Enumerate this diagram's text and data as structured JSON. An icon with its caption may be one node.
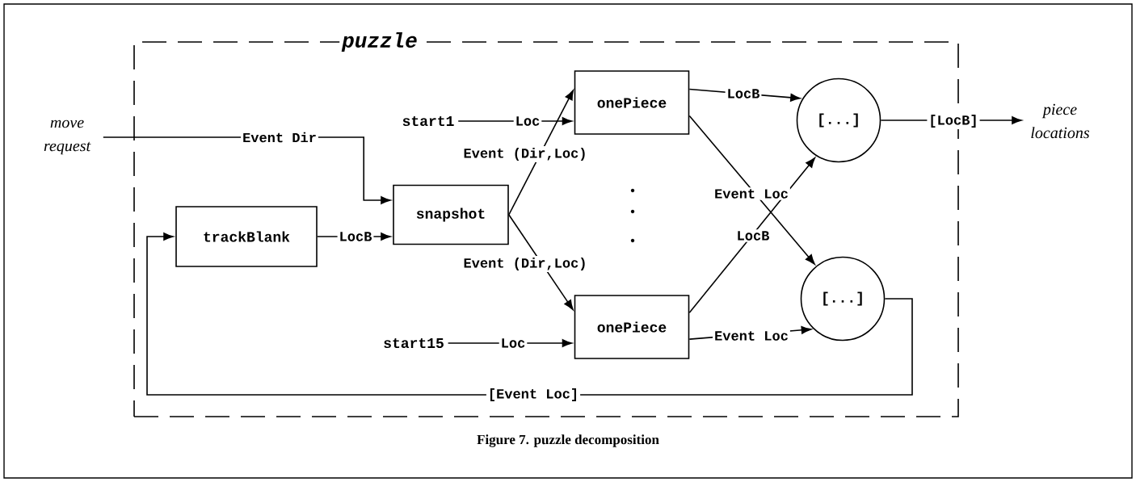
{
  "diagram": {
    "caption": "Figure 7. puzzle decomposition",
    "nodes": [
      {
        "text": [
          "puzzle"
        ]
      },
      {
        "text": [
          "move request"
        ]
      },
      {
        "text": [
          "trackBlank"
        ],
        "in": 0
      },
      {
        "text": [
          "snapshot"
        ],
        "in": 0
      },
      {
        "text": [
          "start1"
        ],
        "in": 0
      },
      {
        "text": [
          "onePiece"
        ],
        "in": 0
      },
      {
        "text": [
          "start15"
        ],
        "in": 0
      },
      {
        "text": [
          "onePiece"
        ],
        "in": 0
      },
      {
        "text": [
          "[...]"
        ],
        "in": 0
      },
      {
        "text": [
          "[...]"
        ],
        "in": 0
      },
      {
        "text": [
          "piece locations"
        ]
      }
    ],
    "edges": [
      {
        "from": 1,
        "to": 3,
        "arrow": "to",
        "label": "Event Dir"
      },
      {
        "from": 2,
        "to": 3,
        "arrow": "to",
        "label": "LocB"
      },
      {
        "from": 4,
        "to": 5,
        "arrow": "to",
        "label": "Loc"
      },
      {
        "from": 6,
        "to": 7,
        "arrow": "to",
        "label": "Loc"
      },
      {
        "from": 3,
        "to": 5,
        "arrow": "to",
        "label": "Event (Dir,Loc)"
      },
      {
        "from": 3,
        "to": 7,
        "arrow": "to",
        "label": "Event (Dir,Loc)"
      },
      {
        "from": 5,
        "to": 8,
        "arrow": "to",
        "label": "LocB"
      },
      {
        "from": 5,
        "to": 9,
        "arrow": "to",
        "label": "Event Loc"
      },
      {
        "from": 7,
        "to": 8,
        "arrow": "to",
        "label": "LocB"
      },
      {
        "from": 7,
        "to": 9,
        "arrow": "to",
        "label": "Event Loc"
      },
      {
        "from": 8,
        "to": 10,
        "arrow": "to",
        "label": "[LocB]"
      },
      {
        "from": 9,
        "to": 2,
        "arrow": "to",
        "label": "[Event Loc]"
      }
    ]
  }
}
